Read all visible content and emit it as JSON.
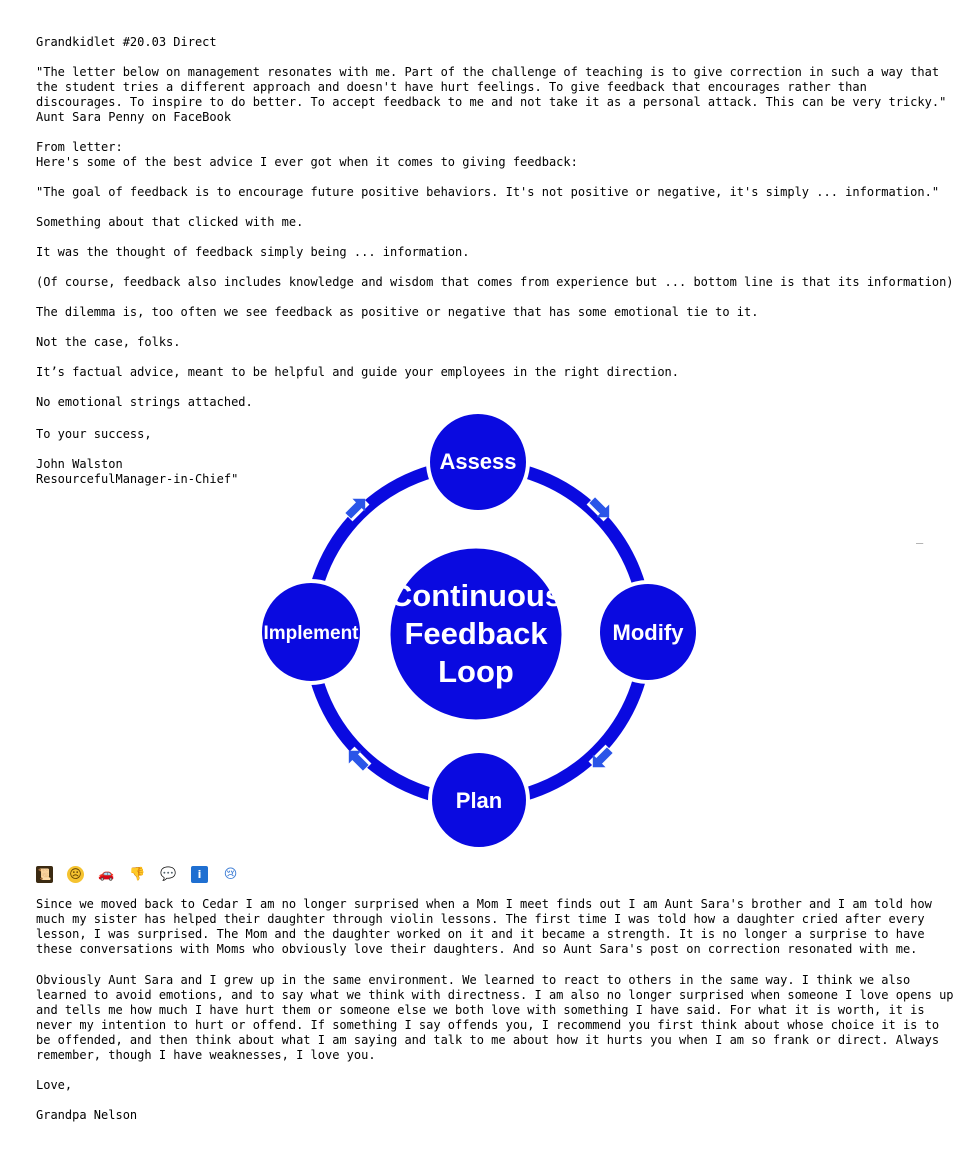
{
  "title": "Grandkidlet #20.03 Direct",
  "quote": {
    "lines": [
      "\"The letter below on management resonates with me. Part of the challenge of teaching is to give correction in such a way that",
      "the student tries a different approach and doesn't have hurt feelings. To give feedback that encourages rather than",
      "discourages. To inspire to do better. To accept feedback to me and not take it as a personal attack. This can be very tricky.\"",
      "Aunt Sara Penny on FaceBook"
    ]
  },
  "letter": {
    "intro": [
      "From letter:",
      "Here's some of the best advice I ever got when it comes to giving feedback:"
    ],
    "p1": "\"The goal of feedback is to encourage future positive behaviors. It's not positive or negative, it's simply ... information.\"",
    "p2": "Something about that clicked with me.",
    "p3": "It was the thought of feedback simply being ... information.",
    "p4": "(Of course, feedback also includes knowledge and wisdom that comes from experience but ... bottom line is that its information)",
    "p5": "The dilemma is, too often we see feedback as positive or negative that has some emotional tie to it.",
    "p6": "Not the case, folks.",
    "p7": "It’s factual advice, meant to be helpful and guide your employees in the right direction.",
    "p8": "No emotional strings attached.",
    "p9": "To your success,",
    "sig": [
      "John Walston",
      "ResourcefulManager-in-Chief\""
    ]
  },
  "diagram": {
    "center": [
      "Continuous",
      "Feedback",
      "Loop"
    ],
    "top": "Assess",
    "right": "Modify",
    "bottom": "Plan",
    "left": "Implement",
    "color": "#0a0ae0",
    "arrow_color": "#2a55e8"
  },
  "stray_mark": "_",
  "emojis": [
    {
      "icon": "scroll-icon",
      "glyph": "📜"
    },
    {
      "icon": "sad-face-icon",
      "glyph": "☹"
    },
    {
      "icon": "car-icon",
      "glyph": "🚗"
    },
    {
      "icon": "thumbs-down-icon",
      "glyph": "👎"
    },
    {
      "icon": "speech-bubble-icon",
      "glyph": "💬"
    },
    {
      "icon": "info-icon",
      "glyph": "i"
    },
    {
      "icon": "crying-face-icon",
      "glyph": "😢"
    }
  ],
  "reply": {
    "p1": [
      "Since we moved back to Cedar I am no longer surprised when a Mom I meet finds out I am Aunt Sara's brother and I am told how",
      "much my sister has helped their daughter through violin lessons. The first time I was told how a daughter cried after every",
      "lesson, I was surprised. The Mom and the daughter worked on it and it became a strength. It is no longer a surprise to have",
      "these conversations with Moms who obviously love their daughters. And so Aunt Sara's post on correction resonated with me."
    ],
    "p2": [
      "Obviously Aunt Sara and I grew up in the same environment. We learned to react to others in the same way. I think we also",
      "learned to avoid emotions, and to say what we think with directness. I am also no longer surprised when someone I love opens up",
      "and tells me how much I have hurt them or someone else we both love with something I have said. For what it is worth, it is",
      "never my intention to hurt or offend. If something I say offends you, I recommend you first think about whose choice it is to",
      "be offended, and then think about what I am saying and talk to me about how it hurts you when I am so frank or direct. Always",
      "remember, though I have weaknesses, I love you."
    ],
    "closing": "Love,",
    "signature": "Grandpa Nelson"
  }
}
